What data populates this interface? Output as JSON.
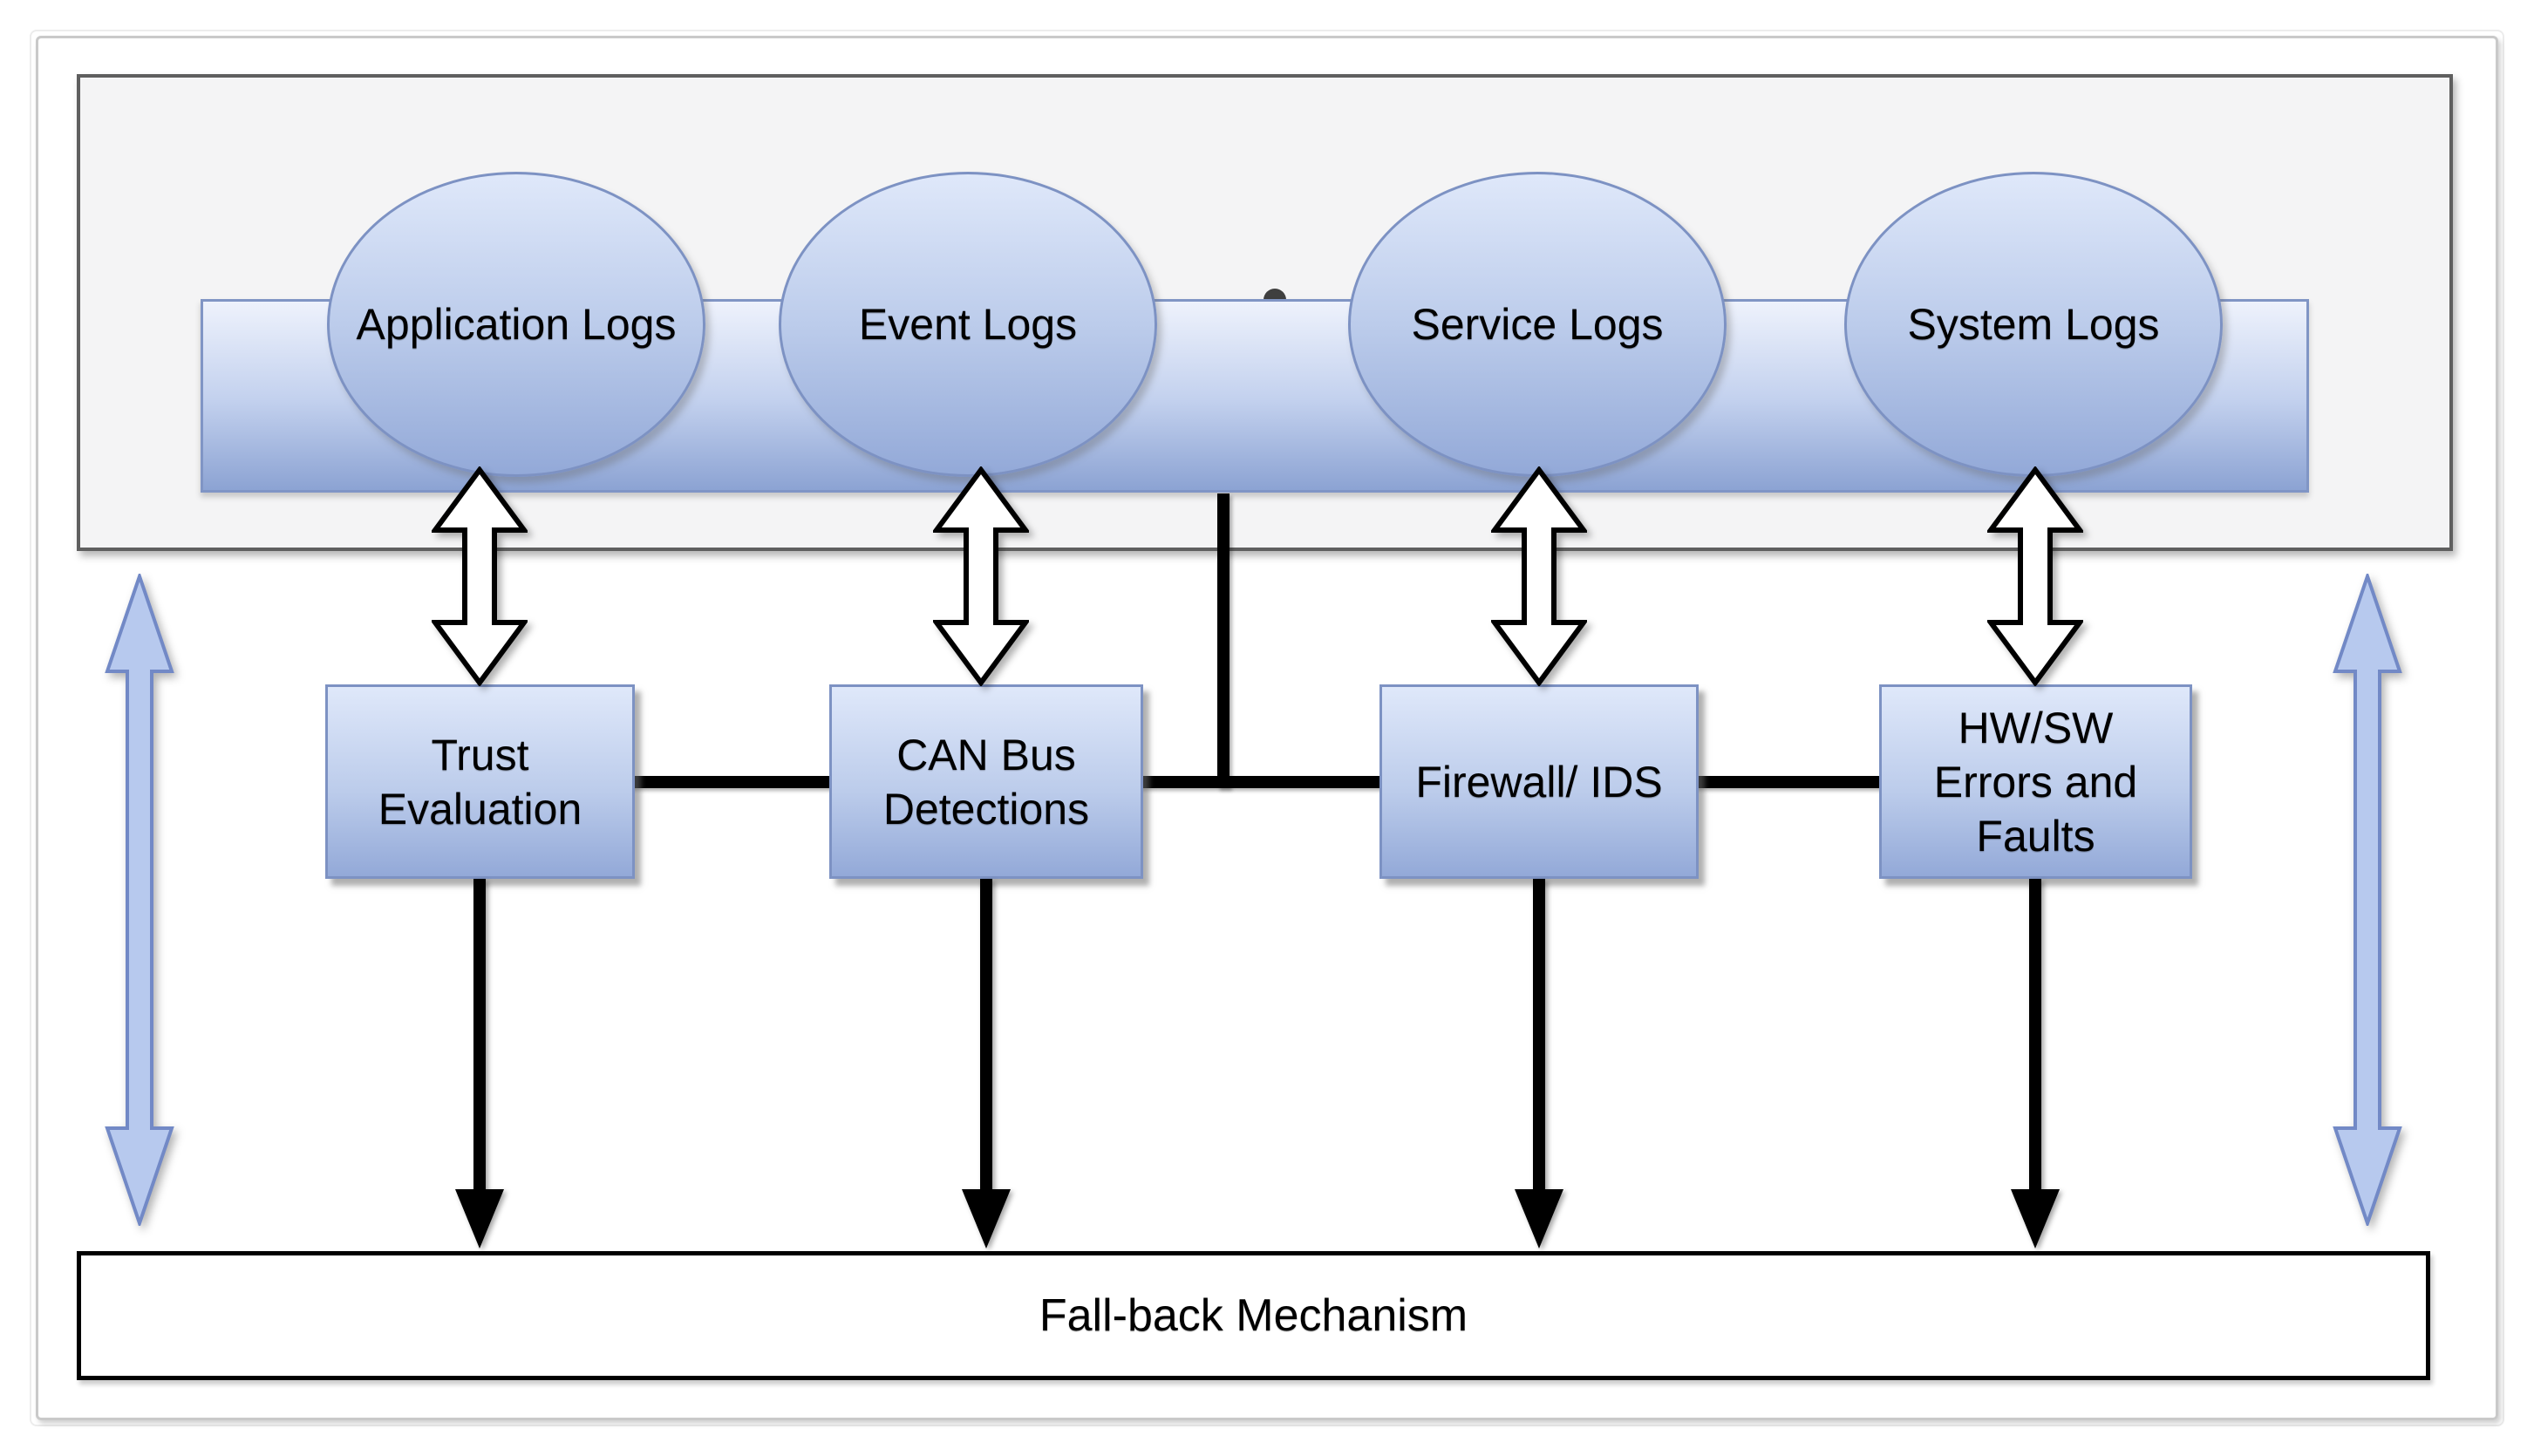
{
  "log_sources": {
    "items": [
      {
        "label": "Application Logs"
      },
      {
        "label": "Event Logs"
      },
      {
        "label": "Service Logs"
      },
      {
        "label": "System Logs"
      }
    ]
  },
  "detectors": {
    "items": [
      {
        "label": "Trust Evaluation"
      },
      {
        "label": "CAN Bus Detections"
      },
      {
        "label": "Firewall/ IDS"
      },
      {
        "label": "HW/SW Errors and Faults"
      }
    ]
  },
  "fallback": {
    "label": "Fall-back Mechanism"
  },
  "colors": {
    "node_border": "#7d92c3",
    "node_fill_top": "#dfe8fa",
    "node_fill_mid": "#bccceb",
    "node_fill_bottom": "#93a9d8",
    "bar_fill_top": "#eef2fc",
    "bar_fill_mid": "#c3d1ee",
    "bar_fill_bottom": "#8ca3d3",
    "bar_border": "#8095c5",
    "panel_fill": "#f4f4f5",
    "panel_border": "#5f5f5f",
    "connector": "#000000",
    "outline": "#000000",
    "white_arrow_fill": "#ffffff",
    "side_arrow_fill": "#b7c9ee",
    "side_arrow_border": "#7289c6",
    "fallback_fill": "#ffffff",
    "fallback_border": "#000000",
    "dot": "#3f3f3f",
    "frame": "#c9c9c9"
  }
}
